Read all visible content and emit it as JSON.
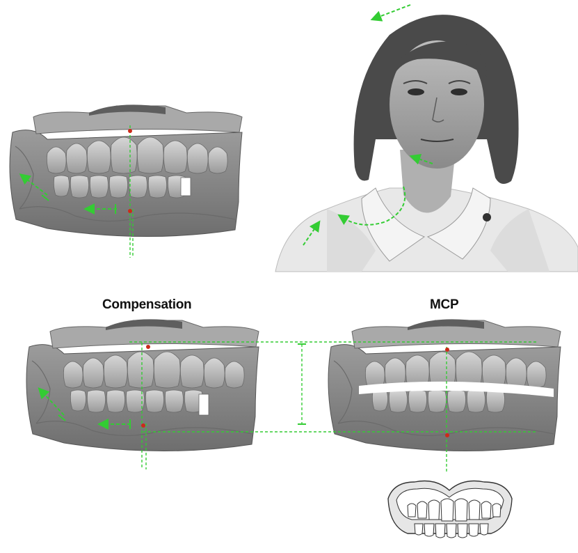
{
  "labels": {
    "compensation": "Compensation",
    "mcp": "MCP"
  },
  "colors": {
    "guide": "#33cc33",
    "marker": "#cc2a1a",
    "model": "#8e8e8e",
    "model_dark": "#5a5a5a",
    "tooth": "#bdbdbd",
    "photo_bg": "#ffffff"
  },
  "panels": [
    {
      "name": "dental-scan-top-left",
      "description_icon": "dental-model-icon"
    },
    {
      "name": "portrait-photo",
      "description_icon": "face-photo-icon"
    },
    {
      "name": "dental-scan-compensation",
      "description_icon": "dental-model-icon"
    },
    {
      "name": "dental-scan-mcp",
      "description_icon": "dental-model-icon"
    },
    {
      "name": "denture-illustration",
      "description_icon": "denture-icon"
    }
  ]
}
